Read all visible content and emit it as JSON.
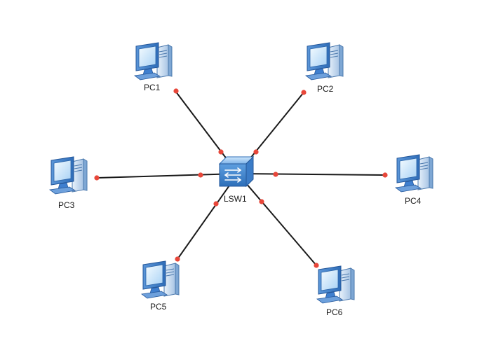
{
  "diagram": {
    "switch": {
      "id": "sw",
      "label": "LSW1"
    },
    "pcs": [
      {
        "id": "pc1",
        "label": "PC1"
      },
      {
        "id": "pc2",
        "label": "PC2"
      },
      {
        "id": "pc3",
        "label": "PC3"
      },
      {
        "id": "pc4",
        "label": "PC4"
      },
      {
        "id": "pc5",
        "label": "PC5"
      },
      {
        "id": "pc6",
        "label": "PC6"
      }
    ],
    "links": [
      {
        "from": "sw",
        "to": "pc1"
      },
      {
        "from": "sw",
        "to": "pc2"
      },
      {
        "from": "sw",
        "to": "pc3"
      },
      {
        "from": "sw",
        "to": "pc4"
      },
      {
        "from": "sw",
        "to": "pc5"
      },
      {
        "from": "sw",
        "to": "pc6"
      }
    ],
    "colors": {
      "link": "#1a1a1a",
      "port_dot": "#e8473a",
      "pc_body": "#3f7fcf",
      "pc_screen": "#dbeeff",
      "switch_body": "#4a8fd6"
    }
  }
}
